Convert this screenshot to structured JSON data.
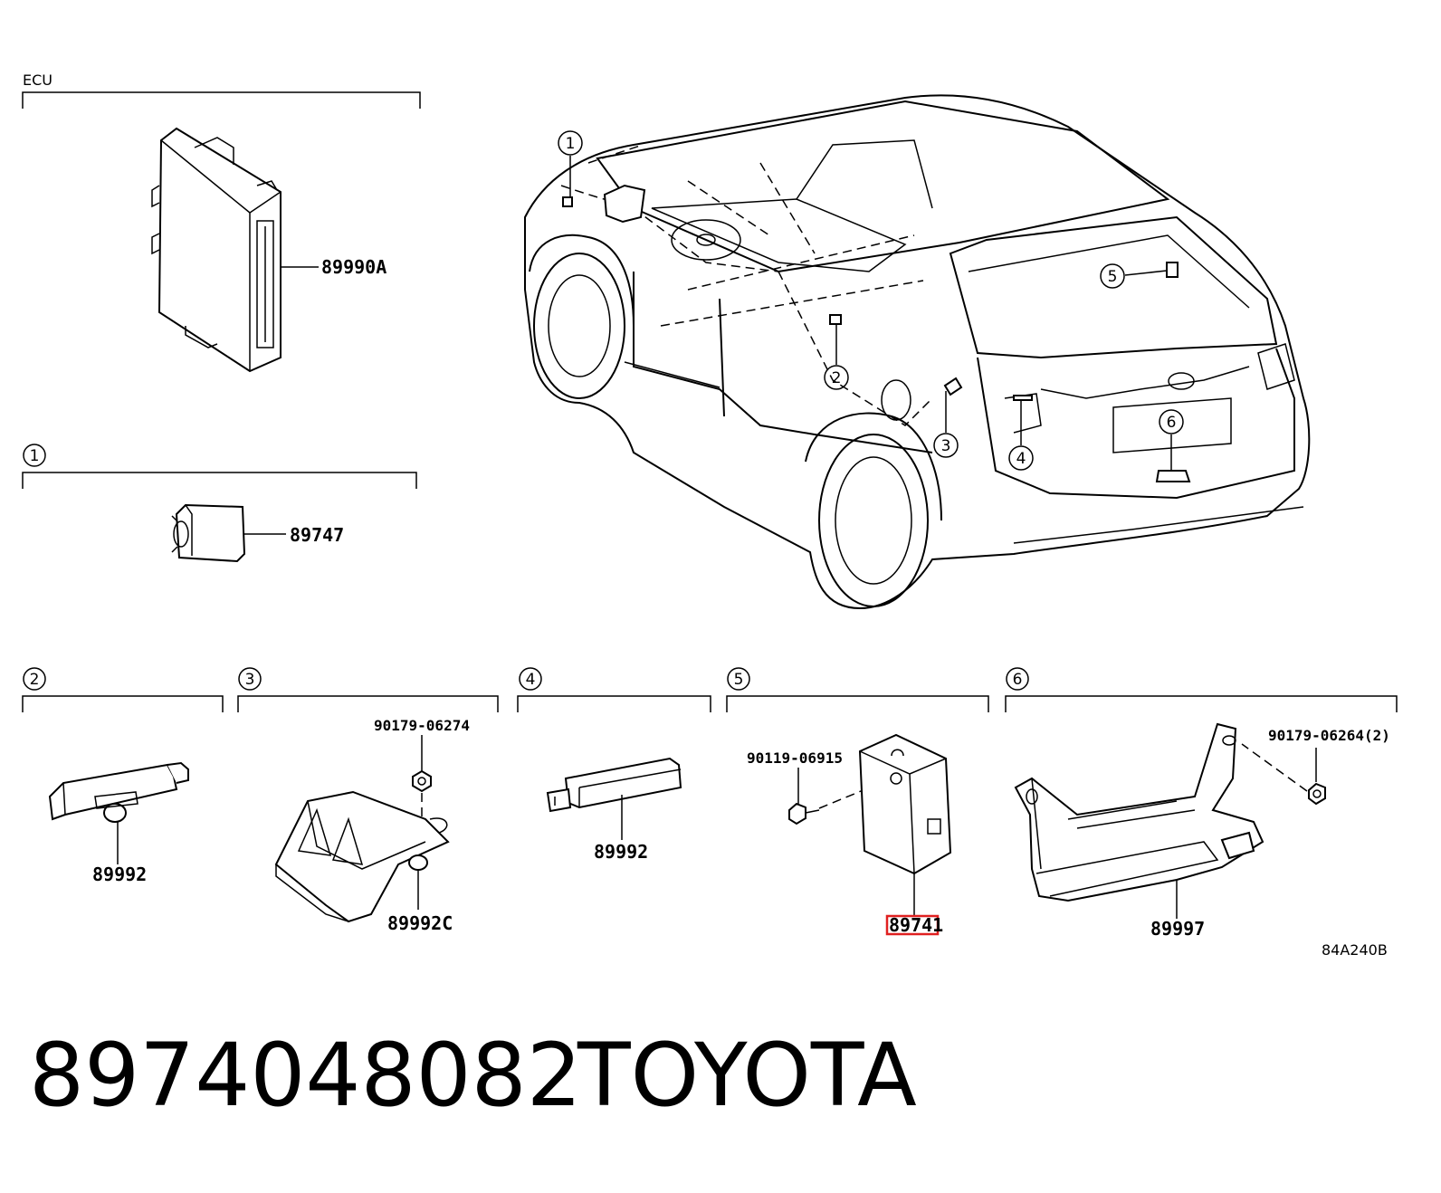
{
  "header": {
    "ecu_title": "ECU"
  },
  "callouts": [
    "1",
    "2",
    "3",
    "4",
    "5",
    "6"
  ],
  "sections": [
    {
      "id": "ecu",
      "parts": [
        "89990A"
      ]
    },
    {
      "id": "1",
      "parts": [
        "89747"
      ]
    },
    {
      "id": "2",
      "parts": [
        "89992"
      ]
    },
    {
      "id": "3",
      "parts": [
        "90179-06274",
        "89992C"
      ]
    },
    {
      "id": "4",
      "parts": [
        "89992"
      ]
    },
    {
      "id": "5",
      "parts": [
        "90119-06915",
        "89741"
      ]
    },
    {
      "id": "6",
      "parts": [
        "90179-06264(2)",
        "89997"
      ]
    }
  ],
  "highlight": {
    "part": "89741",
    "color": "#e02020"
  },
  "diagram_code": "84A240B",
  "footer": {
    "part_number": "8974048082",
    "brand": "TOYOTA"
  }
}
